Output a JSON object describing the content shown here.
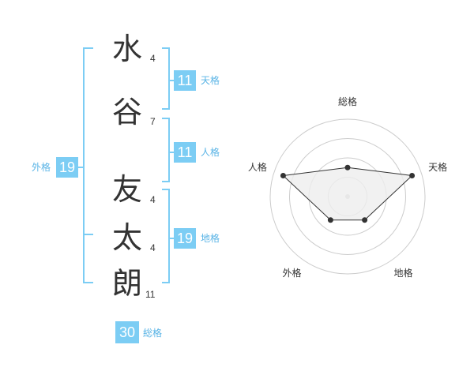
{
  "colors": {
    "accent": "#7ccdf4",
    "label": "#5ab4e6",
    "text": "#333333",
    "radar_line": "#333333",
    "radar_fill": "#eeeeee",
    "ring": "#cccccc"
  },
  "name": {
    "chars": [
      {
        "char": "水",
        "strokes": "4"
      },
      {
        "char": "谷",
        "strokes": "7"
      },
      {
        "char": "友",
        "strokes": "4"
      },
      {
        "char": "太",
        "strokes": "4"
      },
      {
        "char": "朗",
        "strokes": "11"
      }
    ]
  },
  "fortunes": {
    "tenkaku": {
      "value": "11",
      "label": "天格"
    },
    "jinkaku": {
      "value": "11",
      "label": "人格"
    },
    "chikaku": {
      "value": "19",
      "label": "地格"
    },
    "gaikaku": {
      "value": "19",
      "label": "外格"
    },
    "soukaku": {
      "value": "30",
      "label": "総格"
    }
  },
  "chart_data": {
    "type": "radar",
    "axes": [
      "総格",
      "天格",
      "地格",
      "外格",
      "人格"
    ],
    "values": [
      1.5,
      3.5,
      1.5,
      1.5,
      3.5
    ],
    "range": [
      0,
      4
    ],
    "rings": 4
  }
}
